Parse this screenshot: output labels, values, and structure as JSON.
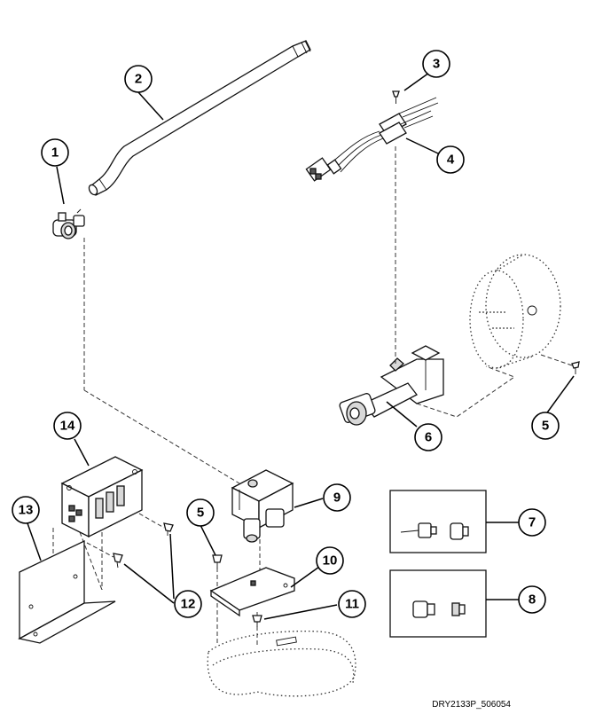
{
  "callouts": [
    {
      "id": "1",
      "label": "1"
    },
    {
      "id": "2",
      "label": "2"
    },
    {
      "id": "3",
      "label": "3"
    },
    {
      "id": "4",
      "label": "4"
    },
    {
      "id": "5a",
      "label": "5"
    },
    {
      "id": "6",
      "label": "6"
    },
    {
      "id": "5b",
      "label": "5"
    },
    {
      "id": "9",
      "label": "9"
    },
    {
      "id": "7",
      "label": "7"
    },
    {
      "id": "14",
      "label": "14"
    },
    {
      "id": "13",
      "label": "13"
    },
    {
      "id": "10",
      "label": "10"
    },
    {
      "id": "11",
      "label": "11"
    },
    {
      "id": "12",
      "label": "12"
    },
    {
      "id": "8",
      "label": "8"
    }
  ],
  "footer": {
    "code": "DRY2133P_506054"
  }
}
